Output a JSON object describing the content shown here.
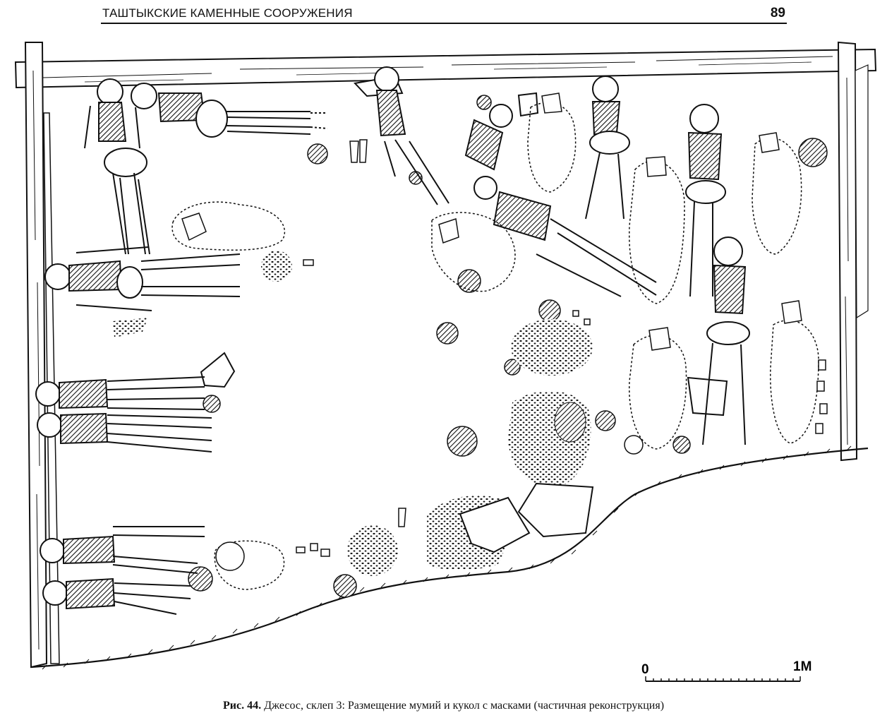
{
  "header": {
    "running_title": "ТАШТЫКСКИЕ КАМЕННЫЕ СООРУЖЕНИЯ",
    "page_number": "89"
  },
  "figure": {
    "scale_bar": {
      "start_label": "0",
      "end_label": "1M"
    },
    "caption": {
      "label": "Рис. 44.",
      "text": " Джесос, склеп 3: Размещение мумий и кукол с масками (частичная реконструкция)"
    }
  }
}
